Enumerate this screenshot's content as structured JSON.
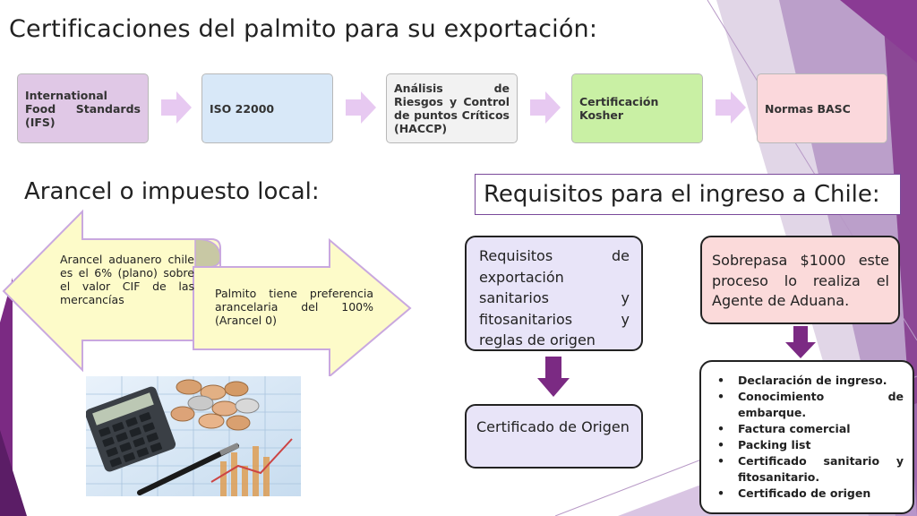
{
  "slide": {
    "title": "Certificaciones del palmito para su exportación:",
    "process": [
      {
        "label": "International Food Standards (IFS)",
        "color": "#e0c8e6"
      },
      {
        "label": "ISO 22000",
        "color": "#d8e8f8"
      },
      {
        "label": "Análisis de Riesgos y Control de puntos Críticos (HACCP)",
        "color": "#f2f2f2"
      },
      {
        "label": "Certificación Kosher",
        "color": "#c9f0a4"
      },
      {
        "label": "Normas BASC",
        "color": "#fbd8dc"
      }
    ],
    "arancel": {
      "heading": "Arancel o impuesto local:",
      "left_text": "Arancel aduanero chile es el 6% (plano) sobre el valor CIF de las mercancías",
      "right_text": "Palmito tiene preferencia arancelaria del 100% (Arancel 0)"
    },
    "chile": {
      "heading": "Requisitos para el ingreso a Chile:",
      "requirements": "Requisitos de exportación sanitarios y fitosanitarios y reglas de origen",
      "certificate": "Certificado de Origen",
      "over_limit": "Sobrepasa $1000 este proceso lo realiza el Agente de Aduana.",
      "documents": [
        "Declaración de ingreso.",
        "Conocimiento de embarque.",
        "Factura comercial",
        "Packing list",
        "Certificado sanitario y fitosanitario.",
        "Certificado de origen"
      ]
    }
  },
  "colors": {
    "accent_purple": "#7b2a83",
    "arrow_fill": "#fdfbc9",
    "arrow_border": "#c9a8df",
    "lavender_box": "#e8e4f8",
    "pink_box": "#fbdada",
    "flow_arrow": "#e7c9f1"
  }
}
